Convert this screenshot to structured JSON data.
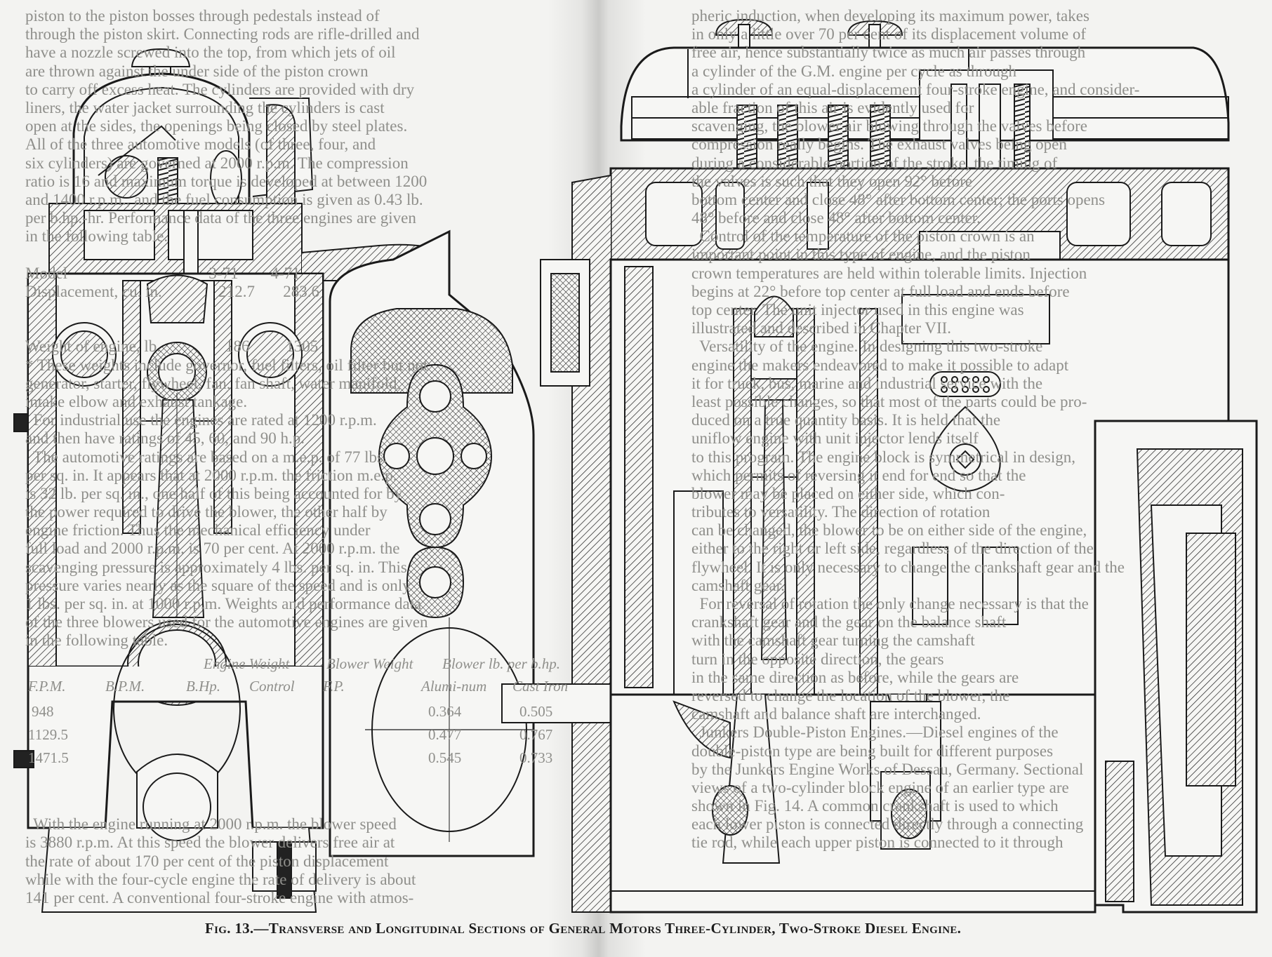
{
  "left_page": {
    "lines": [
      "piston to the piston bosses through pedestals instead of",
      "through the piston skirt. Connecting rods are rifle-drilled and",
      "have a nozzle screwed into the top, from which jets of oil",
      "are thrown against the under side of the piston crown",
      "to carry off excess heat. The cylinders are provided with dry",
      "liners, the water jacket surrounding the cylinders is cast",
      "open at the sides, the openings being closed by steel plates.",
      "All of the three automotive models (of three, four, and",
      "six cylinders) are governed at 2000 r.p.m. The compression",
      "ratio is 16 and maximum torque is developed at between 1200",
      "and 1400 r.p.m., and the fuel consumption is given as 0.43 lb.",
      "per b.hp.-hr. Performance data of the three engines are given",
      "in the following table.",
      "",
      "Model                                   3-71        4-71",
      "Displacement, cu. in.              212.7       283.6",
      "",
      "",
      "Weight of engine, lb.                186         1305",
      "* These weights include governor, fuel filters, oil filter but not",
      "generator, starter, flywheel, fan, fan shaft, water manifold,",
      "intake elbow and exhaust tankage.",
      "  For industrial use the engines are rated at 1200 r.p.m.",
      "and then have ratings of 45, 60, and 90 h.p.",
      "  The automotive ratings are based on a m.e.p. of 77 lbs.",
      "per sq. in. It appears that at 2000 r.p.m. the friction m.e.p.",
      "is 32 lb. per sq. in., one half of this being accounted for by",
      "the power required to drive the blower, the other half by",
      "engine friction. Thus the mechanical efficiency under",
      "full load and 2000 r.p.m. is 70 per cent. At 2000 r.p.m. the",
      "scavenging pressure is approximately 4 lbs. per sq. in. This",
      "pressure varies nearly as the square of the speed and is only",
      "1 lbs. per sq. in. at 1000 r.p.m. Weights and performance data",
      "of the three blowers used for the automotive engines are given",
      "in the following table.",
      "",
      "",
      "",
      "",
      "",
      "",
      "",
      "",
      "",
      "  With the engine running at 2000 r.p.m. the blower speed",
      "is 3880 r.p.m. At this speed the blower delivers free air at",
      "the rate of about 170 per cent of the piston displacement",
      "while with the four-cycle engine the rate of delivery is about",
      "141 per cent. A conventional four-stroke engine with atmos-"
    ],
    "table": {
      "group_headers": [
        "Engine Weight",
        "Blower Weight",
        "Blower lb. per b.hp."
      ],
      "headers": [
        "F.P.M.",
        "B.P.M.",
        "B.Hp.",
        "Control",
        "F.P.",
        "Alumi-num",
        "Cast Iron"
      ],
      "col_aluminum": [
        "0.364",
        "0.477",
        "0.545"
      ],
      "col_cast_iron": [
        "0.505",
        "0.767",
        "0.733"
      ],
      "col_fpm": [
        "948",
        "1129.5",
        "1471.5"
      ]
    }
  },
  "right_page": {
    "lines": [
      "pheric induction, when developing its maximum power, takes",
      "in only a little over 70 per cent of its displacement volume of",
      "free air, hence substantially twice as much air passes through",
      "a cylinder of the G.M. engine per cycle as through",
      "a cylinder of an equal-displacement four-stroke engine, and consider-",
      "able fraction of this air is evidently used for",
      "scavenging, the blower air blowing through the valves before",
      "compression really begins. The exhaust valves being open",
      "during a considerable portion of the stroke, the timing of",
      "the valves is such that they open 92° before",
      "bottom center and close 48° after bottom center; the ports opens",
      "48° before and close 48° after bottom center.",
      "  Control of the temperature of the piston crown is an",
      "important point in this type of engine, and the piston",
      "crown temperatures are held within tolerable limits. Injection",
      "begins at 22° before top center at full load and ends before",
      "top center. The unit injector used in this engine was",
      "illustrated and described in Chapter VII.",
      "  Versatility of the engine. In designing this two-stroke",
      "engine the makers endeavored to make it possible to adapt",
      "it for truck, bus, marine and industrial service with the",
      "least possible changes, so that most of the parts could be pro-",
      "duced on a true quantity basis. It is held that the",
      "uniflow engine with unit injector lends itself",
      "to this program. The engine block is symmetrical in design,",
      "which permits of reversing it end for end so that the",
      "blower may be placed on either side, which con-",
      "tributes to versatility. The direction of rotation",
      "can be changed, the blower to be on either side of the engine,",
      "either to the right or left side, regardless of the direction of the",
      "flywheel. It is only necessary to change the crankshaft gear and the",
      "camshaft gear.",
      "  For reversal of rotation the only change necessary is that the",
      "crankshaft gear and the gear on the balance shaft",
      "with the camshaft gear turning the camshaft",
      "turn in the opposite direction, the gears",
      "in the same direction as before, while the gears are",
      "reversed to change the location of the blower, the",
      "camshaft and balance shaft are interchanged.",
      "  Junkers Double-Piston Engines.—Diesel engines of the",
      "double-piston type are being built for different purposes",
      "by the Junkers Engine Works of Dessau, Germany. Sectional",
      "views of a two-cylinder block engine of an earlier type are",
      "shown in Fig. 14. A common crankshaft is used to which",
      "each lower piston is connected directly through a connecting",
      "tie rod, while each upper piston is connected to it through"
    ]
  },
  "figure": {
    "caption": "Fig. 13.—Transverse and Longitudinal Sections of General Motors Three-Cylinder, Two-Stroke Diesel Engine.",
    "ink_color": "#1a1a1a",
    "paper_color": "#f3f3f1"
  }
}
